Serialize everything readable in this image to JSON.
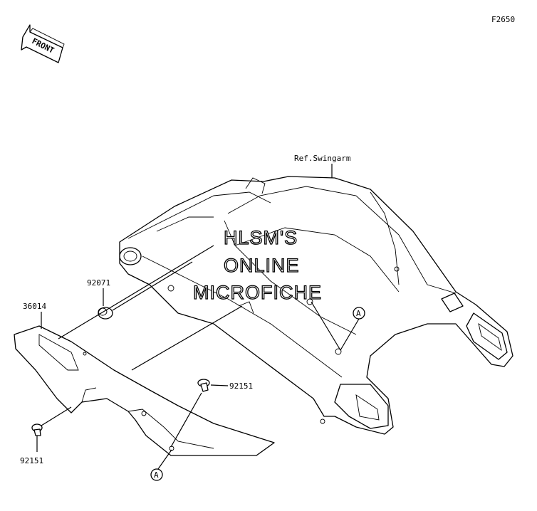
{
  "diagram_code": "F2650",
  "front_arrow_label": "FRONT",
  "reference_label": "Ref.Swingarm",
  "watermark": {
    "line1": "HLSM'S",
    "line2": "ONLINE",
    "line3": "MICROFICHE"
  },
  "parts": {
    "grommet": "92071",
    "chain_cover": "36014",
    "bolt_upper": "92151",
    "bolt_lower": "92151"
  },
  "callouts": {
    "ref_upper": "A",
    "ref_lower": "A"
  }
}
